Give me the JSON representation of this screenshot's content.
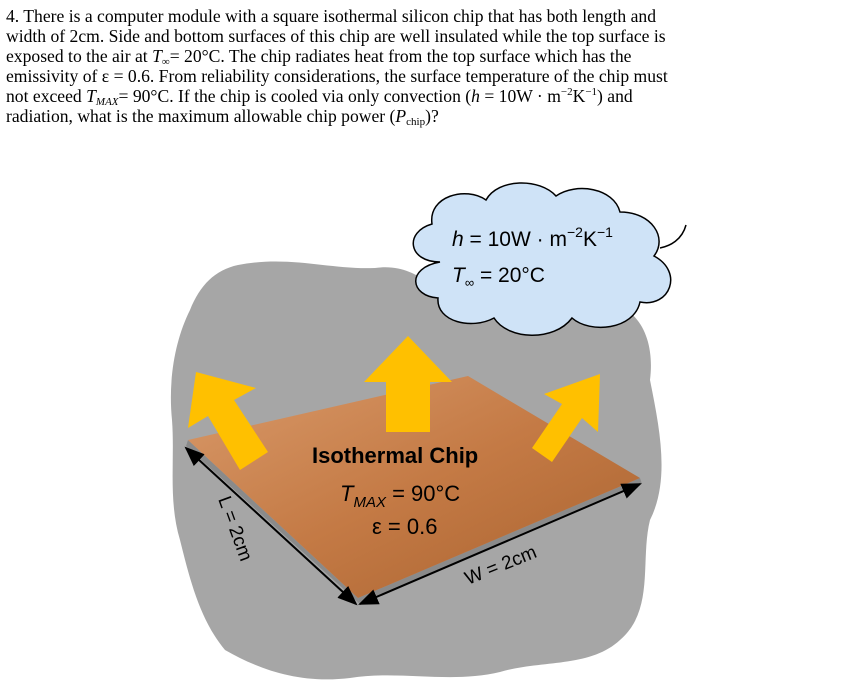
{
  "problem": {
    "number": "4.",
    "line1": "There is a computer module with a square isothermal silicon chip that has both length and",
    "line2": "width of 2cm. Side and bottom surfaces of this chip are well insulated while the top surface is",
    "line3_a": "exposed to the air at ",
    "line3_t": "T",
    "line3_tsub": "∞",
    "line3_b": "= 20°C. The chip radiates heat from the top surface which has the",
    "line4": "emissivity of ε = 0.6. From reliability considerations, the surface temperature of the chip must",
    "line5_a": "not exceed ",
    "line5_t": "T",
    "line5_tsub": "MAX",
    "line5_b": "= 90°C. If the chip is cooled via only convection (",
    "line5_h": "h",
    "line5_c": " = 10W · m",
    "line5_e1": "−2",
    "line5_d": "K",
    "line5_e2": "−1",
    "line5_e": ") and",
    "line6_a": "radiation, what is the maximum allowable chip power (",
    "line6_p": "P",
    "line6_psub": "chip",
    "line6_b": ")?"
  },
  "figure": {
    "cloud_h": "h",
    "cloud_h_rest": " = 10W · m",
    "cloud_h_e1": "−2",
    "cloud_h_k": "K",
    "cloud_h_e2": "−1",
    "cloud_t": "T",
    "cloud_t_sub": "∞",
    "cloud_t_rest": " = 20°C",
    "chip_title": "Isothermal Chip",
    "chip_tmax_t": "T",
    "chip_tmax_sub": "MAX",
    "chip_tmax_rest": " = 90°C",
    "chip_eps": "ε = 0.6",
    "length_label": "L = 2cm",
    "width_label": "W = 2cm",
    "colors": {
      "chip": "#c47a45",
      "arrow": "#ffc000",
      "cloud": "#cfe3f7",
      "background_blob": "#a6a6a6"
    }
  }
}
